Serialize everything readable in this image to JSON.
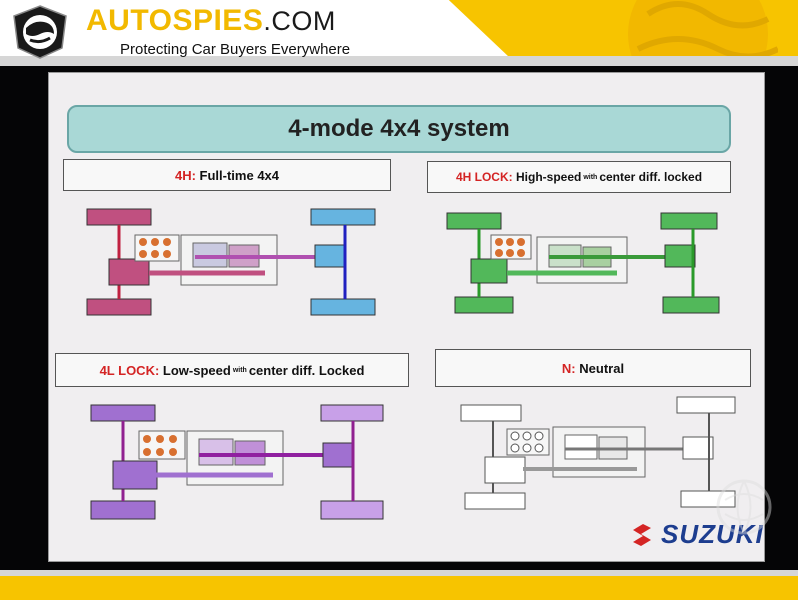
{
  "site": {
    "brand_name": "AUTOSPIES",
    "brand_suffix": ".COM",
    "tagline": "Protecting Car Buyers Everywhere"
  },
  "slide": {
    "title": "4-mode 4x4 system",
    "modes": [
      {
        "code": "4H:",
        "small": "",
        "text": "Full-time 4x4",
        "text_after": "",
        "color": "#b8507a"
      },
      {
        "code": "4H LOCK:",
        "small": "with",
        "text": "High-speed",
        "text_after": "center diff. locked",
        "color": "#4caa3a"
      },
      {
        "code": "4L LOCK:",
        "small": "with",
        "text": "Low-speed",
        "text_after": "center diff. Locked",
        "color": "#9b5cc8"
      },
      {
        "code": "N:",
        "small": "",
        "text": "Neutral",
        "text_after": "",
        "color": "#888888"
      }
    ],
    "brand_logo_text": "SUZUKI"
  },
  "colors": {
    "header_yellow": "#f7c400",
    "title_teal": "#a9d8d6",
    "mode_code_red": "#d42424",
    "suzuki_blue": "#1d3d8f",
    "rear_axle_blue": "#4a86c8"
  }
}
